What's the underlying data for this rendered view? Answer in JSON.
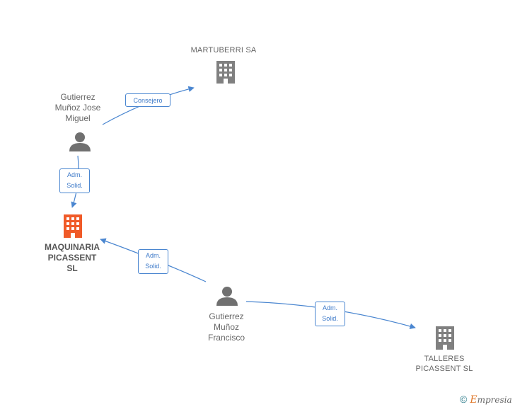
{
  "nodes": {
    "martuberri": {
      "label": "MARTUBERRI SA",
      "type": "company"
    },
    "gutierrez_jose": {
      "label_lines": [
        "Gutierrez",
        "Muñoz Jose",
        "Miguel"
      ],
      "type": "person"
    },
    "maquinaria": {
      "label_lines": [
        "MAQUINARIA",
        "PICASSENT",
        "SL"
      ],
      "type": "company-main"
    },
    "gutierrez_francisco": {
      "label_lines": [
        "Gutierrez",
        "Muñoz",
        "Francisco"
      ],
      "type": "person"
    },
    "talleres": {
      "label_lines": [
        "TALLERES",
        "PICASSENT SL"
      ],
      "type": "company"
    }
  },
  "edges": {
    "consejero": {
      "label": "Consejero"
    },
    "adm_jose": {
      "label_lines": [
        "Adm.",
        "Solid."
      ]
    },
    "adm_francisco_maquinaria": {
      "label_lines": [
        "Adm.",
        "Solid."
      ]
    },
    "adm_francisco_talleres": {
      "label_lines": [
        "Adm.",
        "Solid."
      ]
    }
  },
  "colors": {
    "edge": "#4a86d0",
    "company_icon": "#808080",
    "main_company_icon": "#f05a28",
    "person_icon": "#707070"
  },
  "footer": {
    "copyright": "©",
    "brand_initial": "E",
    "brand_rest": "mpresia"
  }
}
